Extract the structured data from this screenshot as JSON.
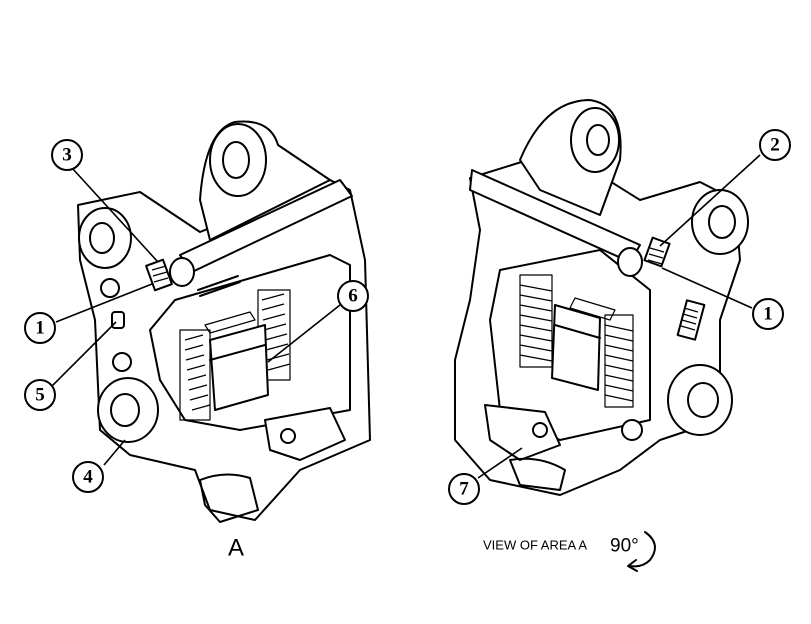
{
  "views": {
    "left_label": "A",
    "right_caption": "VIEW OF AREA  A",
    "rotation": "90°"
  },
  "callouts": [
    {
      "id": "c3",
      "label": "3"
    },
    {
      "id": "c1a",
      "label": "1"
    },
    {
      "id": "c5",
      "label": "5"
    },
    {
      "id": "c4",
      "label": "4"
    },
    {
      "id": "c6",
      "label": "6"
    },
    {
      "id": "c2",
      "label": "2"
    },
    {
      "id": "c1b",
      "label": "1"
    },
    {
      "id": "c7",
      "label": "7"
    }
  ]
}
